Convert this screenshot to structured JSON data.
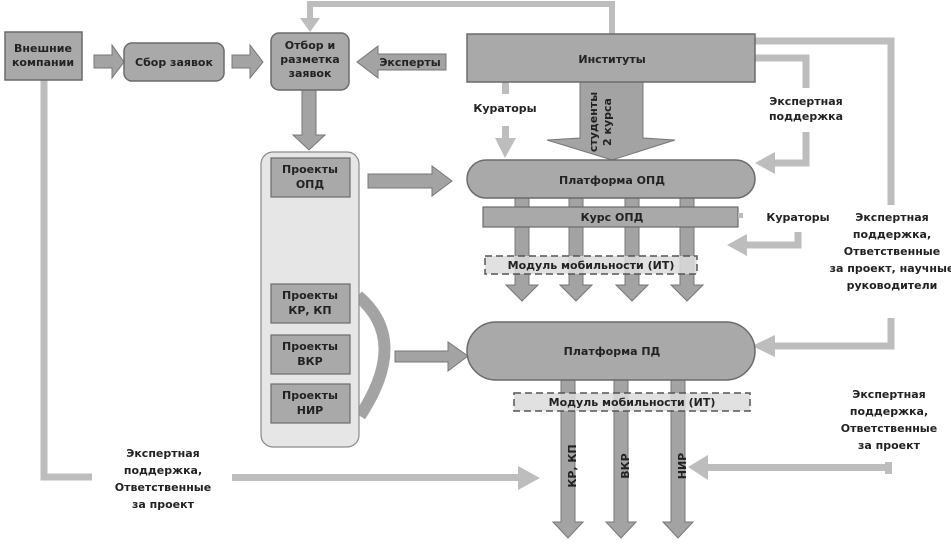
{
  "nodes": {
    "external_companies": "Внешние\nкомпании",
    "collect_requests": "Сбор заявок",
    "select_requests": "Отбор и\nразметка\nзаявок",
    "experts": "Эксперты",
    "institutes": "Институты",
    "projects_opd": "Проекты\nОПД",
    "projects_kr_kp": "Проекты\nКР, КП",
    "projects_vkr": "Проекты\nВКР",
    "projects_nir": "Проекты\nНИР",
    "platform_opd": "Платформа ОПД",
    "course_opd": "Курс ОПД",
    "mobility_module_1": "Модуль мобильности (ИТ)",
    "platform_pd": "Платформа ПД",
    "mobility_module_2": "Модуль мобильности (ИТ)"
  },
  "labels": {
    "curators_top": "Кураторы",
    "students": "студенты\n2 курса",
    "expert_support_1": "Экспертная\nподдержка",
    "curators_right": "Кураторы",
    "expert_support_2": "Экспертная\nподдержка,\nОтветственные\nза проект, научные\nруководители",
    "expert_support_3": "Экспертная\nподдержка,\nОтветственные\nза проект",
    "expert_support_4": "Экспертная\nподдержка,\nОтветственные\nза проект",
    "out_kr_kp": "КР, КП",
    "out_vkr": "ВКР",
    "out_nir": "НИР"
  },
  "colors": {
    "box_fill": "#a9a9a9",
    "box_stroke": "#6b6b6b",
    "container_fill": "#e6e6e6",
    "arrow_fill": "#a3a3a3",
    "connector": "#bdbdbd",
    "dashed_fill": "#dcdcdc"
  }
}
